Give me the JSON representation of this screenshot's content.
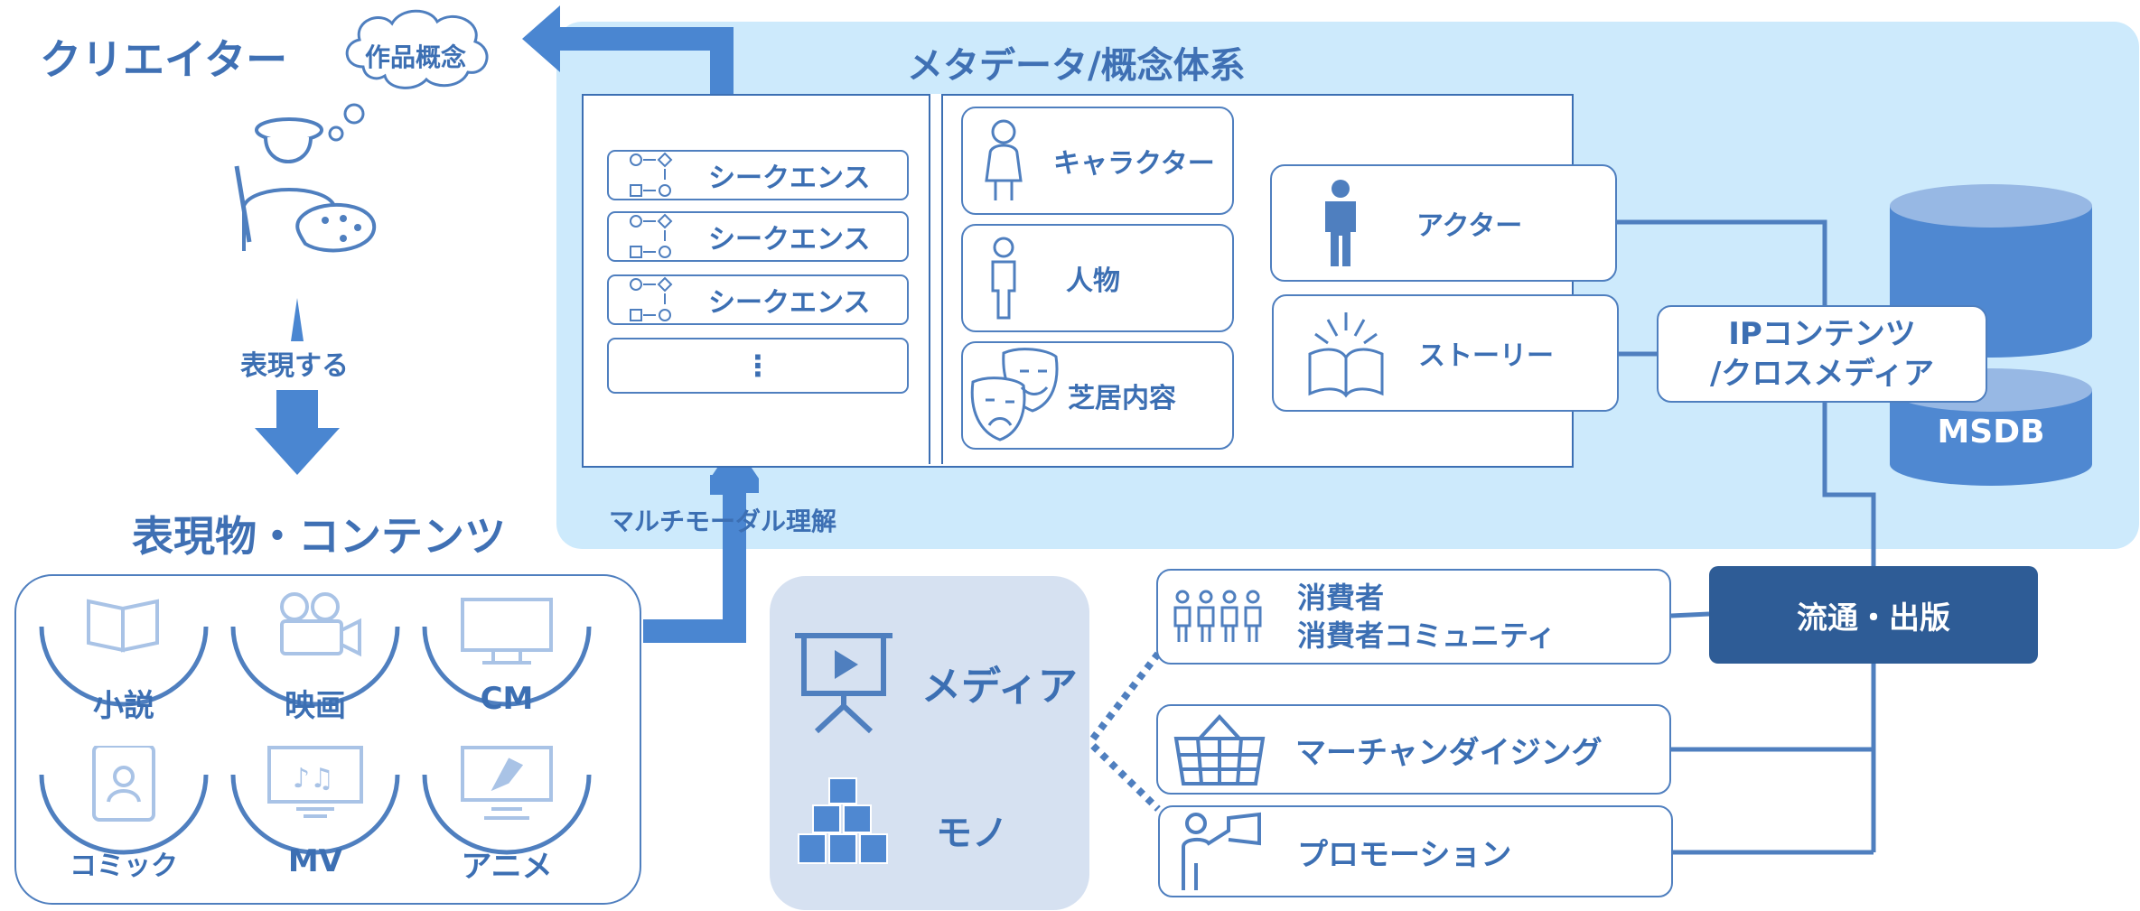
{
  "creator": {
    "title": "クリエイター",
    "bubble": "作品概念",
    "action": "表現する"
  },
  "contents": {
    "title": "表現物・コンテンツ",
    "items": [
      {
        "label": "小説",
        "icon": "book-icon"
      },
      {
        "label": "映画",
        "icon": "movie-camera-icon"
      },
      {
        "label": "CM",
        "icon": "monitor-icon"
      },
      {
        "label": "コミック",
        "icon": "comic-icon"
      },
      {
        "label": "MV",
        "icon": "music-video-icon"
      },
      {
        "label": "アニメ",
        "icon": "anime-icon"
      }
    ]
  },
  "meta": {
    "title": "メタデータ/概念体系",
    "sequences": [
      "シークエンス",
      "シークエンス",
      "シークエンス"
    ],
    "sequence_more": "⋮",
    "cards": {
      "character": "キャラクター",
      "person": "人物",
      "play": "芝居内容",
      "actor": "アクター",
      "story": "ストーリー"
    },
    "multimodal": "マルチモーダル理解"
  },
  "ip": {
    "line1": "IPコンテンツ",
    "line2": "/クロスメディア"
  },
  "db": {
    "label": "MSDB"
  },
  "distribution": {
    "label": "流通・出版"
  },
  "media_things": {
    "media": "メディア",
    "things": "モノ"
  },
  "right_cards": {
    "consumer_line1": "消費者",
    "consumer_line2": "消費者コミュニティ",
    "merch": "マーチャンダイジング",
    "promo": "プロモーション"
  },
  "colors": {
    "primary": "#3c6fb3",
    "light_bg": "#cdeafc",
    "dark_box": "#2e5c96",
    "arrow": "#4a86d1",
    "db": "#4f88d1"
  }
}
